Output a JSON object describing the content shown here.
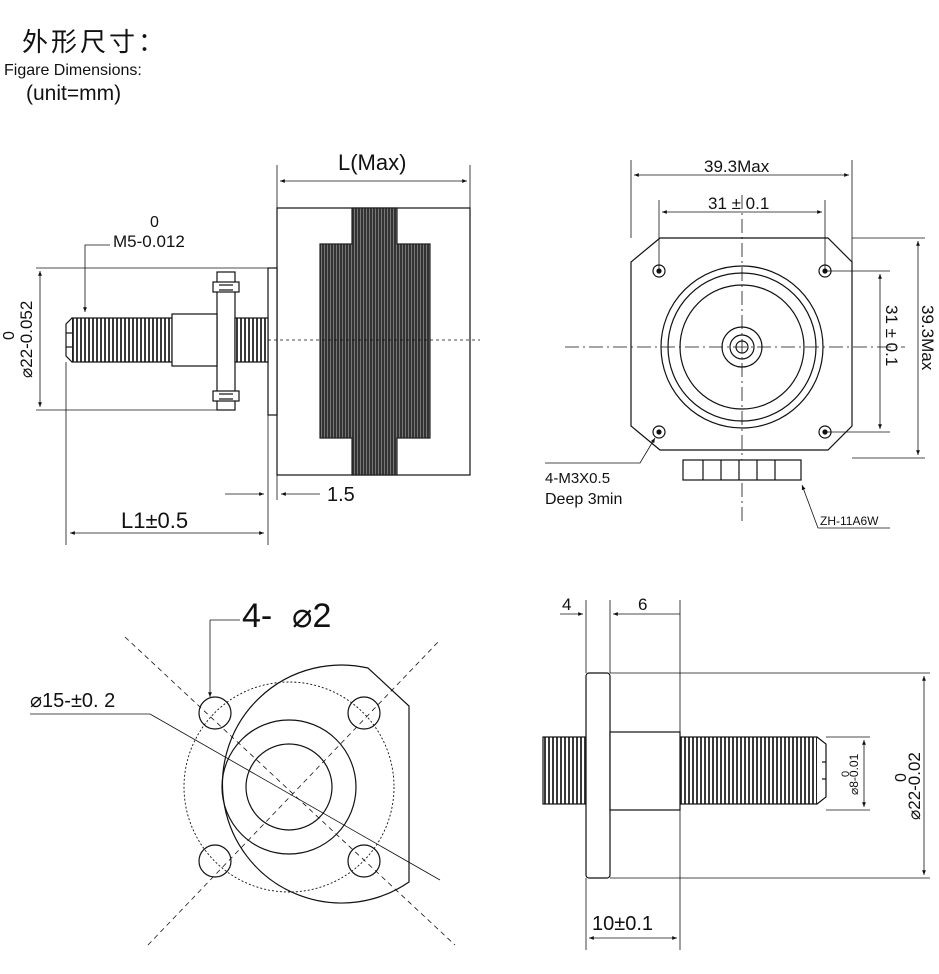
{
  "header": {
    "title_cn": "外形尺寸：",
    "title_en": "Figare Dimensions:",
    "unit": "(unit=mm)"
  },
  "side_view": {
    "length_label": "L(Max)",
    "thread_tol_upper": "0",
    "thread_label": "M5-0.012",
    "dia_tol_upper": "0",
    "dia_label": "⌀22-0.052",
    "gap_label": "1.5",
    "l1_label": "L1±0.5"
  },
  "front_view": {
    "width_max_label": "39.3Max",
    "hole_spacing_label": "31 ± 0.1",
    "height_max_label": "39.3Max",
    "v_hole_spacing_label": "31 ± 0.1",
    "screw_label": "4-M3X0.5",
    "depth_label": "Deep 3min",
    "connector_label": "ZH-11A6W"
  },
  "flange_face": {
    "holes_label": "4-",
    "holes_dia": "⌀2",
    "pcd_label": "⌀15-±0. 2"
  },
  "nut_side": {
    "flange_thk_label": "4",
    "boss_len_label": "6",
    "boss_tol_upper": "0",
    "boss_dia_label": "⌀8-0.01",
    "flange_tol_upper": "0",
    "flange_dia_label": "⌀22-0.02",
    "length_label": "10±0.1"
  }
}
